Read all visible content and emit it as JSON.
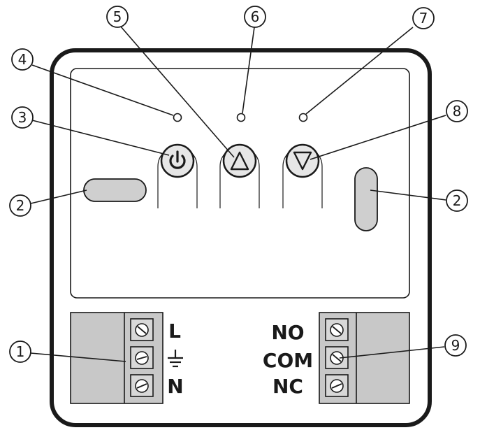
{
  "callouts": {
    "c1": "1",
    "c2": "2",
    "c3": "3",
    "c4": "4",
    "c5": "5",
    "c6": "6",
    "c7": "7",
    "c8": "8",
    "c9": "9"
  },
  "buttons": {
    "power": "power-icon",
    "up": "triangle-up-icon",
    "down": "triangle-down-icon"
  },
  "left_terminals": {
    "labels": [
      "L",
      "N"
    ],
    "ground_symbol": "ground-icon"
  },
  "right_terminals": {
    "labels": [
      "NO",
      "COM",
      "NC"
    ]
  },
  "colors": {
    "outline": "#1a1a1a",
    "block_fill": "#c8c8c8",
    "button_fill": "#e6e6e6",
    "knob_fill": "#cfcfcf"
  }
}
